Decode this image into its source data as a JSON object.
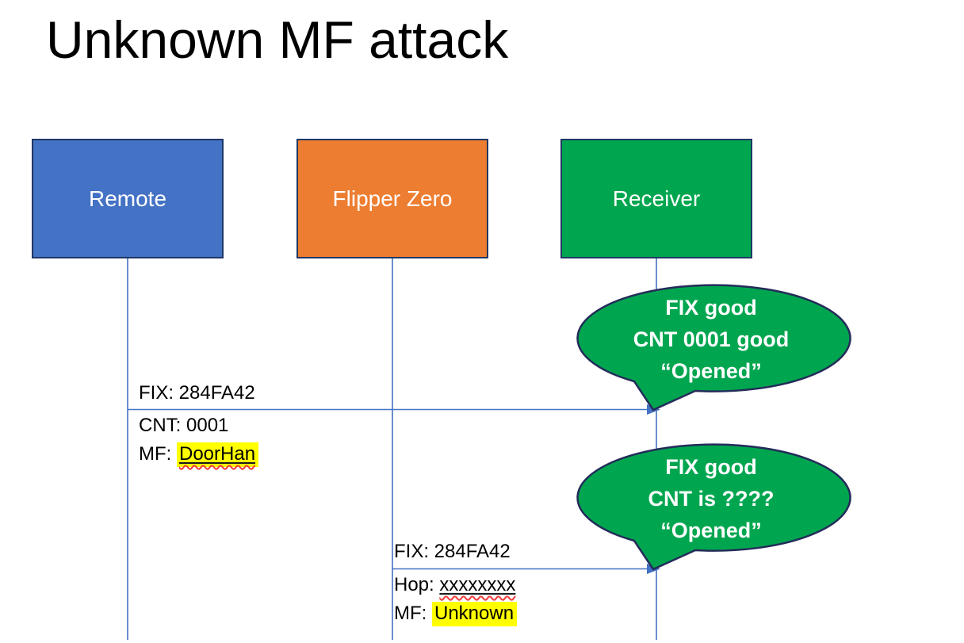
{
  "title": "Unknown MF attack",
  "actors": [
    {
      "label": "Remote",
      "fill": "#4472C4"
    },
    {
      "label": "Flipper Zero",
      "fill": "#ED7D31"
    },
    {
      "label": "Receiver",
      "fill": "#00A64F"
    }
  ],
  "messages": [
    {
      "above": "FIX: 284FA42",
      "lines": [
        {
          "prefix": "CNT: ",
          "value": "0001"
        },
        {
          "prefix": "MF: ",
          "value": "DoorHan"
        }
      ]
    },
    {
      "above": "FIX: 284FA42",
      "lines": [
        {
          "prefix": "Hop: ",
          "value": "xxxxxxxx"
        },
        {
          "prefix": "MF: ",
          "value": "Unknown"
        }
      ]
    }
  ],
  "callouts": [
    {
      "lines": [
        "FIX good",
        "CNT 0001 good",
        "“Opened”"
      ]
    },
    {
      "lines": [
        "FIX good",
        "CNT is ????",
        "“Opened”"
      ]
    }
  ],
  "colors": {
    "actor_border": "#1F3864",
    "line_blue": "#4472C4",
    "callout_fill": "#00A64F",
    "callout_border": "#232C59",
    "highlight": "#FFFF00",
    "squiggle": "#F03C3C",
    "text_dark": "#000000",
    "text_light": "#FFFFFF"
  }
}
